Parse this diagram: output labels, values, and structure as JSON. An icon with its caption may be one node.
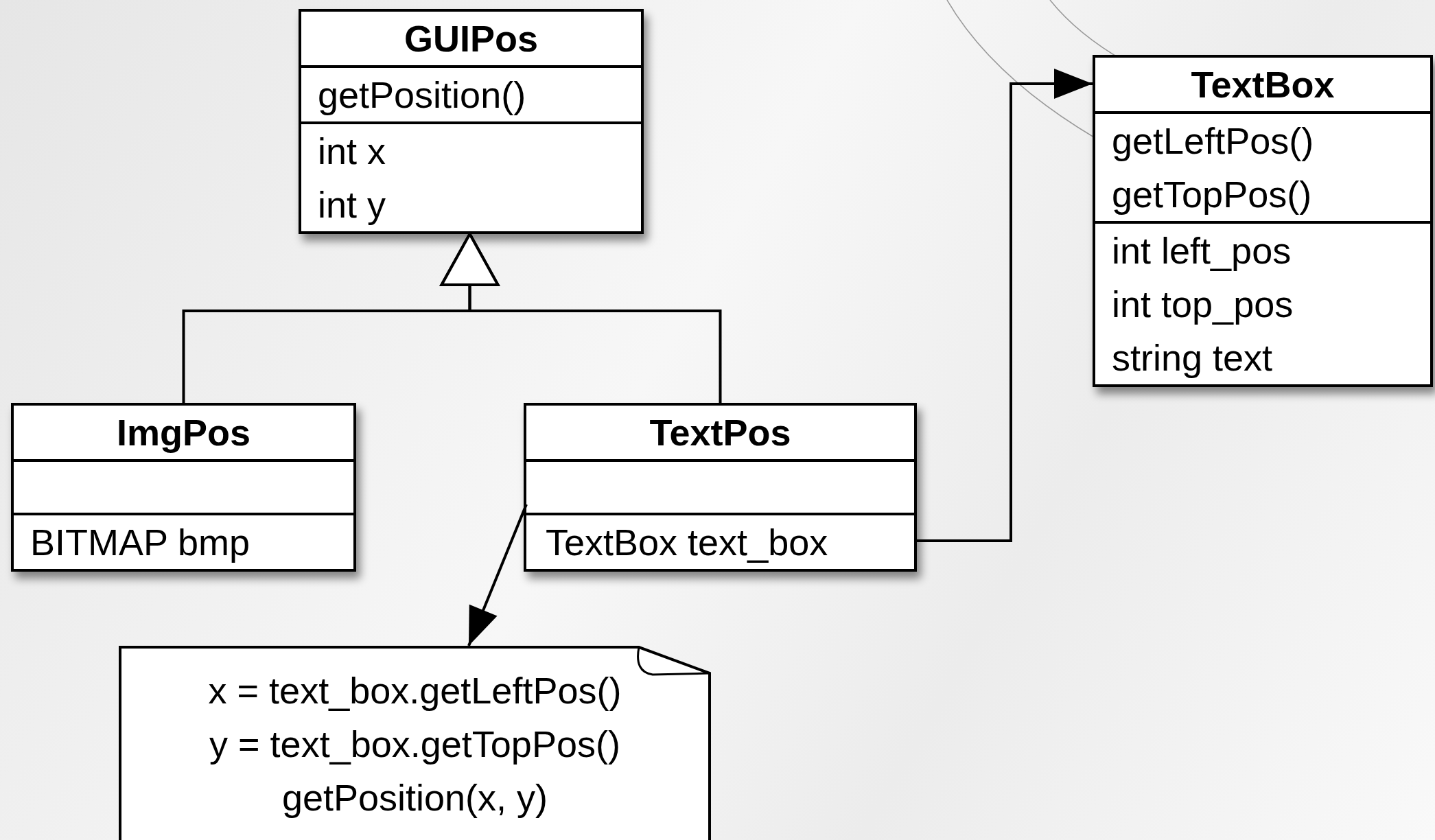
{
  "diagram": {
    "nodes": [
      {
        "text": [
          "GUIPos"
        ]
      },
      {
        "text": [
          "getPosition()"
        ],
        "in": 0
      },
      {
        "text": [
          "int x",
          "int y"
        ],
        "in": 0
      },
      {
        "text": [
          "TextBox"
        ]
      },
      {
        "text": [
          "getLeftPos()",
          "getTopPos()"
        ],
        "in": 3
      },
      {
        "text": [
          "int left_pos",
          "int top_pos",
          "string text"
        ],
        "in": 3
      },
      {
        "text": [
          "ImgPos"
        ]
      },
      {
        "text": [],
        "shape": "box",
        "in": 6
      },
      {
        "text": [
          "BITMAP bmp"
        ],
        "in": 6
      },
      {
        "text": [
          "TextPos"
        ]
      },
      {
        "text": [],
        "shape": "box",
        "in": 9
      },
      {
        "text": [
          "TextBox text_box"
        ],
        "in": 9
      },
      {
        "text": [
          "x = text_box.getLeftPos()",
          "y = text_box.getTopPos()",
          "getPosition(x, y)"
        ]
      }
    ],
    "edges": [
      {
        "from": 6,
        "to": 0,
        "arrow": "to"
      },
      {
        "from": 9,
        "to": 0,
        "arrow": "to"
      },
      {
        "from": 11,
        "to": 3,
        "arrow": "to"
      },
      {
        "from": 10,
        "to": 12,
        "arrow": "to"
      }
    ]
  }
}
